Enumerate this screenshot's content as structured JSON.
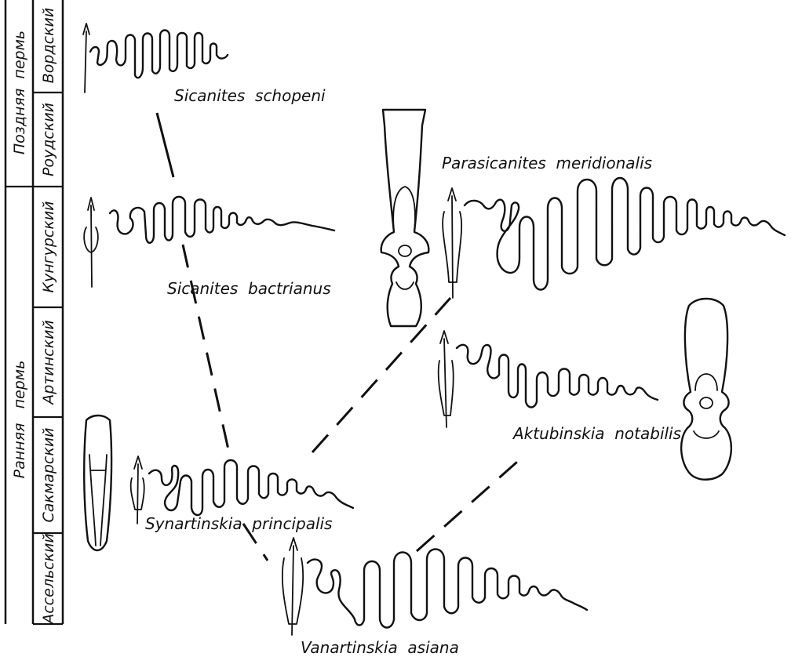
{
  "stratigraphy": {
    "epochs": [
      {
        "id": "late",
        "label": "Поздняя  пермь"
      },
      {
        "id": "early",
        "label": "Ранняя   пермь"
      }
    ],
    "stages": [
      {
        "id": "vord",
        "label": "Вордский"
      },
      {
        "id": "roud",
        "label": "Роудский"
      },
      {
        "id": "kung",
        "label": "Кунгурский"
      },
      {
        "id": "artin",
        "label": "Артинский"
      },
      {
        "id": "sakm",
        "label": "Сакмарский"
      },
      {
        "id": "assel",
        "label": "Ассельский"
      }
    ]
  },
  "species": [
    {
      "id": "sicanites-schopeni",
      "label": "Sicanites  schopeni"
    },
    {
      "id": "sicanites-bactrianus",
      "label": "Sicanites  bactrianus"
    },
    {
      "id": "parasicanites-meridionalis",
      "label": "Parasicanites  meridionalis"
    },
    {
      "id": "aktubinskia-notabilis",
      "label": "Aktubinskia  notabilis"
    },
    {
      "id": "synartinskia-principalis",
      "label": "Synartinskia  principalis"
    },
    {
      "id": "vanartinskia-asiana",
      "label": "Vanartinskia  asiana"
    }
  ],
  "links": [
    {
      "from": "sicanites-bactrianus",
      "to": "sicanites-schopeni",
      "style": "solid"
    },
    {
      "from": "synartinskia-principalis",
      "to": "sicanites-bactrianus",
      "style": "dashed"
    },
    {
      "from": "synartinskia-principalis",
      "to": "parasicanites-meridionalis",
      "style": "dashed"
    },
    {
      "from": "vanartinskia-asiana",
      "to": "aktubinskia-notabilis",
      "style": "dashed"
    },
    {
      "from": "vanartinskia-asiana",
      "to": "synartinskia-principalis",
      "style": "dashed"
    }
  ]
}
